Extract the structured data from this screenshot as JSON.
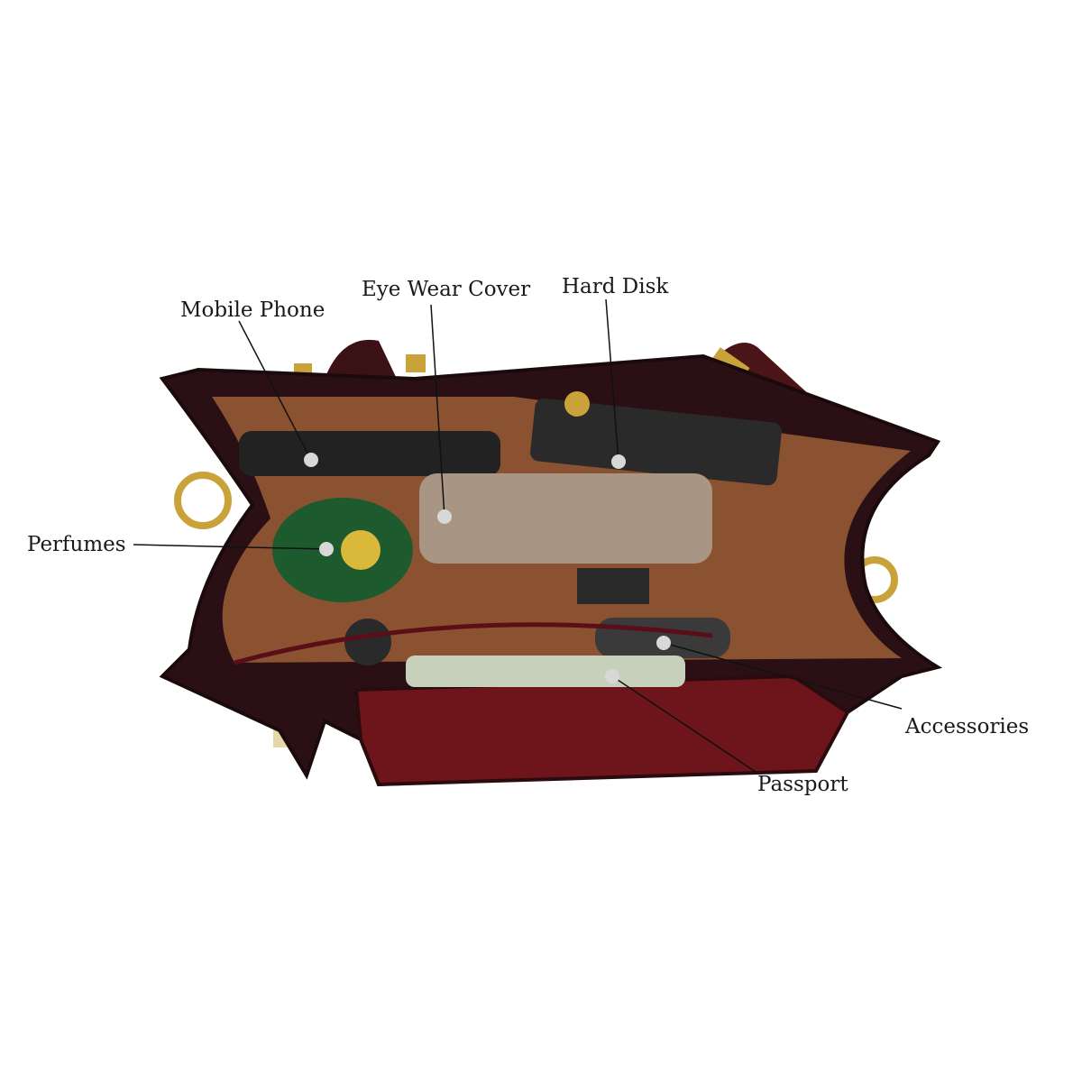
{
  "image": {
    "subject": "product-photo-bag-top-view",
    "colors": {
      "leather": "#3a1216",
      "leather_red": "#7a1a22",
      "lining": "#8a5230",
      "brass": "#c9a23a",
      "dot": "#d8d8d8"
    }
  },
  "labels": [
    {
      "id": "mobile-phone",
      "text": "Mobile Phone"
    },
    {
      "id": "eye-wear-cover",
      "text": "Eye Wear Cover"
    },
    {
      "id": "hard-disk",
      "text": "Hard Disk"
    },
    {
      "id": "perfumes",
      "text": "Perfumes"
    },
    {
      "id": "accessories",
      "text": "Accessories"
    },
    {
      "id": "passport",
      "text": "Passport"
    }
  ]
}
